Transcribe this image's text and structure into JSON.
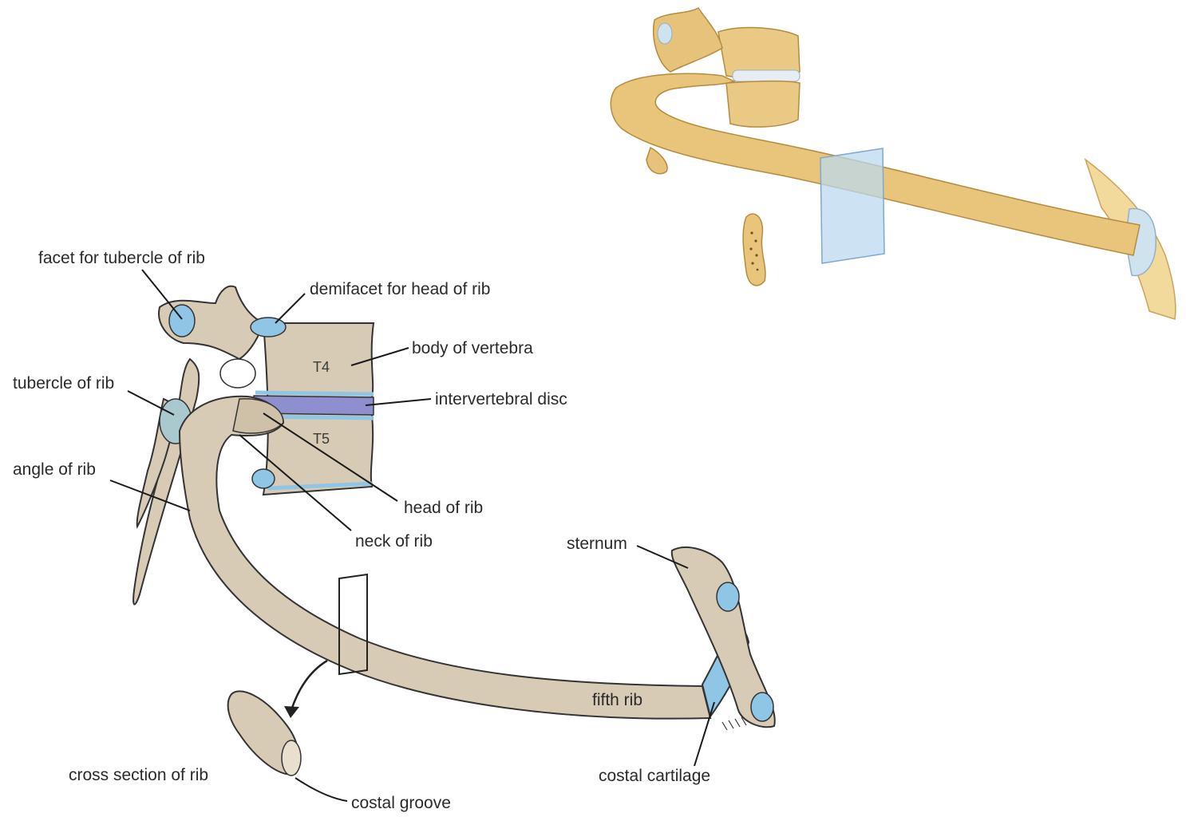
{
  "labels": {
    "facet_tubercle": "facet for tubercle of rib",
    "demifacet_head": "demifacet for head of rib",
    "body_vertebra": "body of vertebra",
    "tubercle": "tubercle of rib",
    "iv_disc": "intervertebral disc",
    "angle": "angle of rib",
    "head": "head of rib",
    "neck": "neck of rib",
    "sternum": "sternum",
    "fifth_rib": "fifth rib",
    "cross_section": "cross section of rib",
    "costal_groove": "costal groove",
    "costal_cartilage": "costal cartilage",
    "t4": "T4",
    "t5": "T5"
  },
  "colors": {
    "bone_grey": "#d8cbb6",
    "bone_yellow": "#e8c57a",
    "cartilage_blue": "#8fc6e6",
    "disc_purple": "#8f8fd0"
  }
}
